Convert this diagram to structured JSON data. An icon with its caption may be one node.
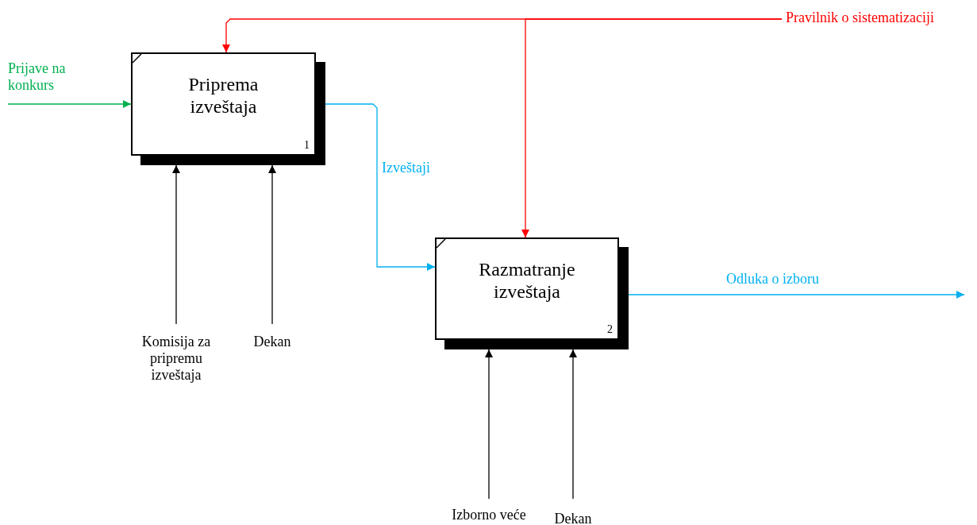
{
  "diagram": {
    "nodes": [
      {
        "text": [
          "Priprema izveštaja",
          "1"
        ]
      },
      {
        "text": [
          "Razmatranje izveštaja",
          "2"
        ]
      },
      {
        "text": [
          "Prijave na konkurs"
        ]
      },
      {
        "text": [
          "Pravilnik o sistematizaciji"
        ]
      },
      {
        "text": [
          "Komisija za pripremu izveštaja"
        ]
      },
      {
        "text": [
          "Dekan"
        ]
      },
      {
        "text": [
          "Izborno veće"
        ]
      },
      {
        "text": [
          "Dekan"
        ]
      }
    ],
    "edges": [
      {
        "from": 2,
        "to": 0,
        "arrow": "to",
        "color": "#00b050"
      },
      {
        "from": 3,
        "to": 0,
        "arrow": "to",
        "color": "#ff0000"
      },
      {
        "from": 3,
        "to": 1,
        "arrow": "to",
        "color": "#ff0000"
      },
      {
        "from": 0,
        "to": 1,
        "arrow": "to",
        "label": "Izveštaji",
        "color": "#00b0f0"
      },
      {
        "from": 1,
        "to": null,
        "arrow": "to",
        "label": "Odluka o izboru",
        "color": "#00b0f0"
      },
      {
        "from": 4,
        "to": 0,
        "arrow": "to"
      },
      {
        "from": 5,
        "to": 0,
        "arrow": "to"
      },
      {
        "from": 6,
        "to": 1,
        "arrow": "to"
      },
      {
        "from": 7,
        "to": 1,
        "arrow": "to"
      }
    ]
  }
}
